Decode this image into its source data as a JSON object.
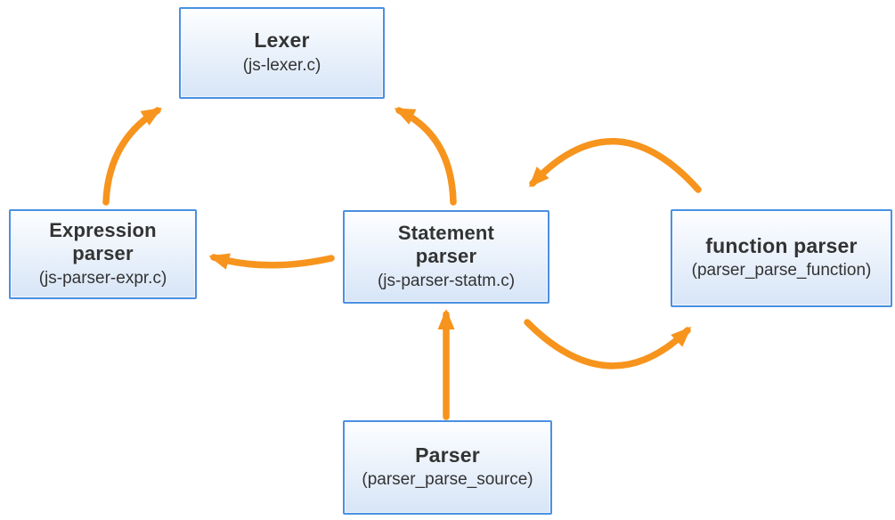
{
  "diagram": {
    "nodes": {
      "lexer": {
        "title": "Lexer",
        "subtitle": "(js-lexer.c)"
      },
      "expression_parser": {
        "title": "Expression parser",
        "subtitle": "(js-parser-expr.c)"
      },
      "statement_parser": {
        "title": "Statement parser",
        "subtitle": "(js-parser-statm.c)"
      },
      "function_parser": {
        "title": "function parser",
        "subtitle": "(parser_parse_function)"
      },
      "parser": {
        "title": "Parser",
        "subtitle": "(parser_parse_source)"
      }
    },
    "edges": [
      {
        "from": "expression_parser",
        "to": "lexer"
      },
      {
        "from": "statement_parser",
        "to": "lexer"
      },
      {
        "from": "statement_parser",
        "to": "expression_parser"
      },
      {
        "from": "function_parser",
        "to": "statement_parser"
      },
      {
        "from": "statement_parser",
        "to": "function_parser"
      },
      {
        "from": "parser",
        "to": "statement_parser"
      }
    ]
  },
  "colors": {
    "arrow": "#F7941D",
    "node-border": "#4A90E2",
    "node-fill-top": "#fdfeff",
    "node-fill-bottom": "#d7e5f7",
    "text": "#333333",
    "background": "#ffffff"
  }
}
